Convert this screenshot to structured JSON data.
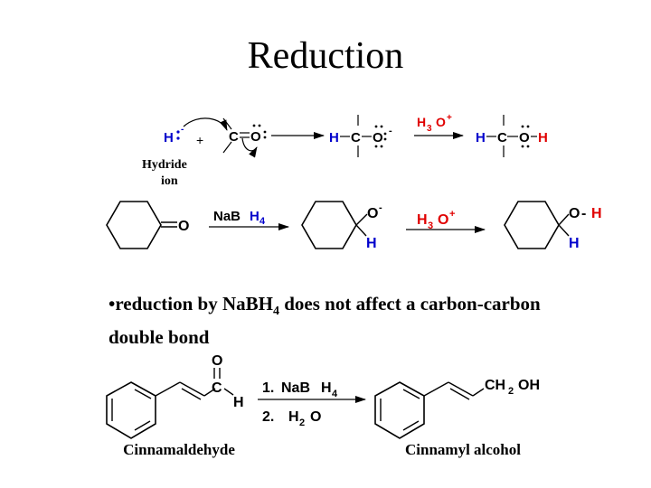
{
  "title": "Reduction",
  "colors": {
    "blue": "#0000cc",
    "red": "#e00000",
    "black": "#000000"
  },
  "mechanism": {
    "hydride": "H",
    "plus": "+",
    "carbon": "C",
    "oxygen": "O",
    "hydrogen": "H",
    "minus": "-",
    "h3o_h": "H",
    "h3o_sub": "3",
    "h3o_o": "O",
    "h3o_sup": "+",
    "caption_line1": "Hydride",
    "caption_line2": "ion"
  },
  "cyclohexanone": {
    "oxygen": "O",
    "reagent_na": "NaB",
    "reagent_h": "H",
    "reagent_sub": "4",
    "alkoxide_o": "O",
    "alkoxide_minus": "-",
    "added_h": "H",
    "acid_h": "H",
    "acid_sub": "3",
    "acid_o": "O",
    "acid_sup": "+",
    "alcohol_o": "O",
    "alcohol_dash": "-",
    "alcohol_h": "H",
    "product_h": "H"
  },
  "bullet": {
    "part1": "•reduction by NaBH",
    "sub": "4",
    "part2": " does not affect a carbon-carbon double bond"
  },
  "cinnamaldehyde": {
    "o_label": "O",
    "c_label": "C",
    "h_label": "H",
    "step1_num": "1.",
    "step1_na": "NaB",
    "step1_h": "H",
    "step1_sub": "4",
    "step2_num": "2.",
    "step2_h": "H",
    "step2_sub": "2",
    "step2_o": "O",
    "product_ch": "CH",
    "product_sub": "2",
    "product_oh": "OH",
    "name_reactant": "Cinnamaldehyde",
    "name_product": "Cinnamyl alcohol"
  }
}
